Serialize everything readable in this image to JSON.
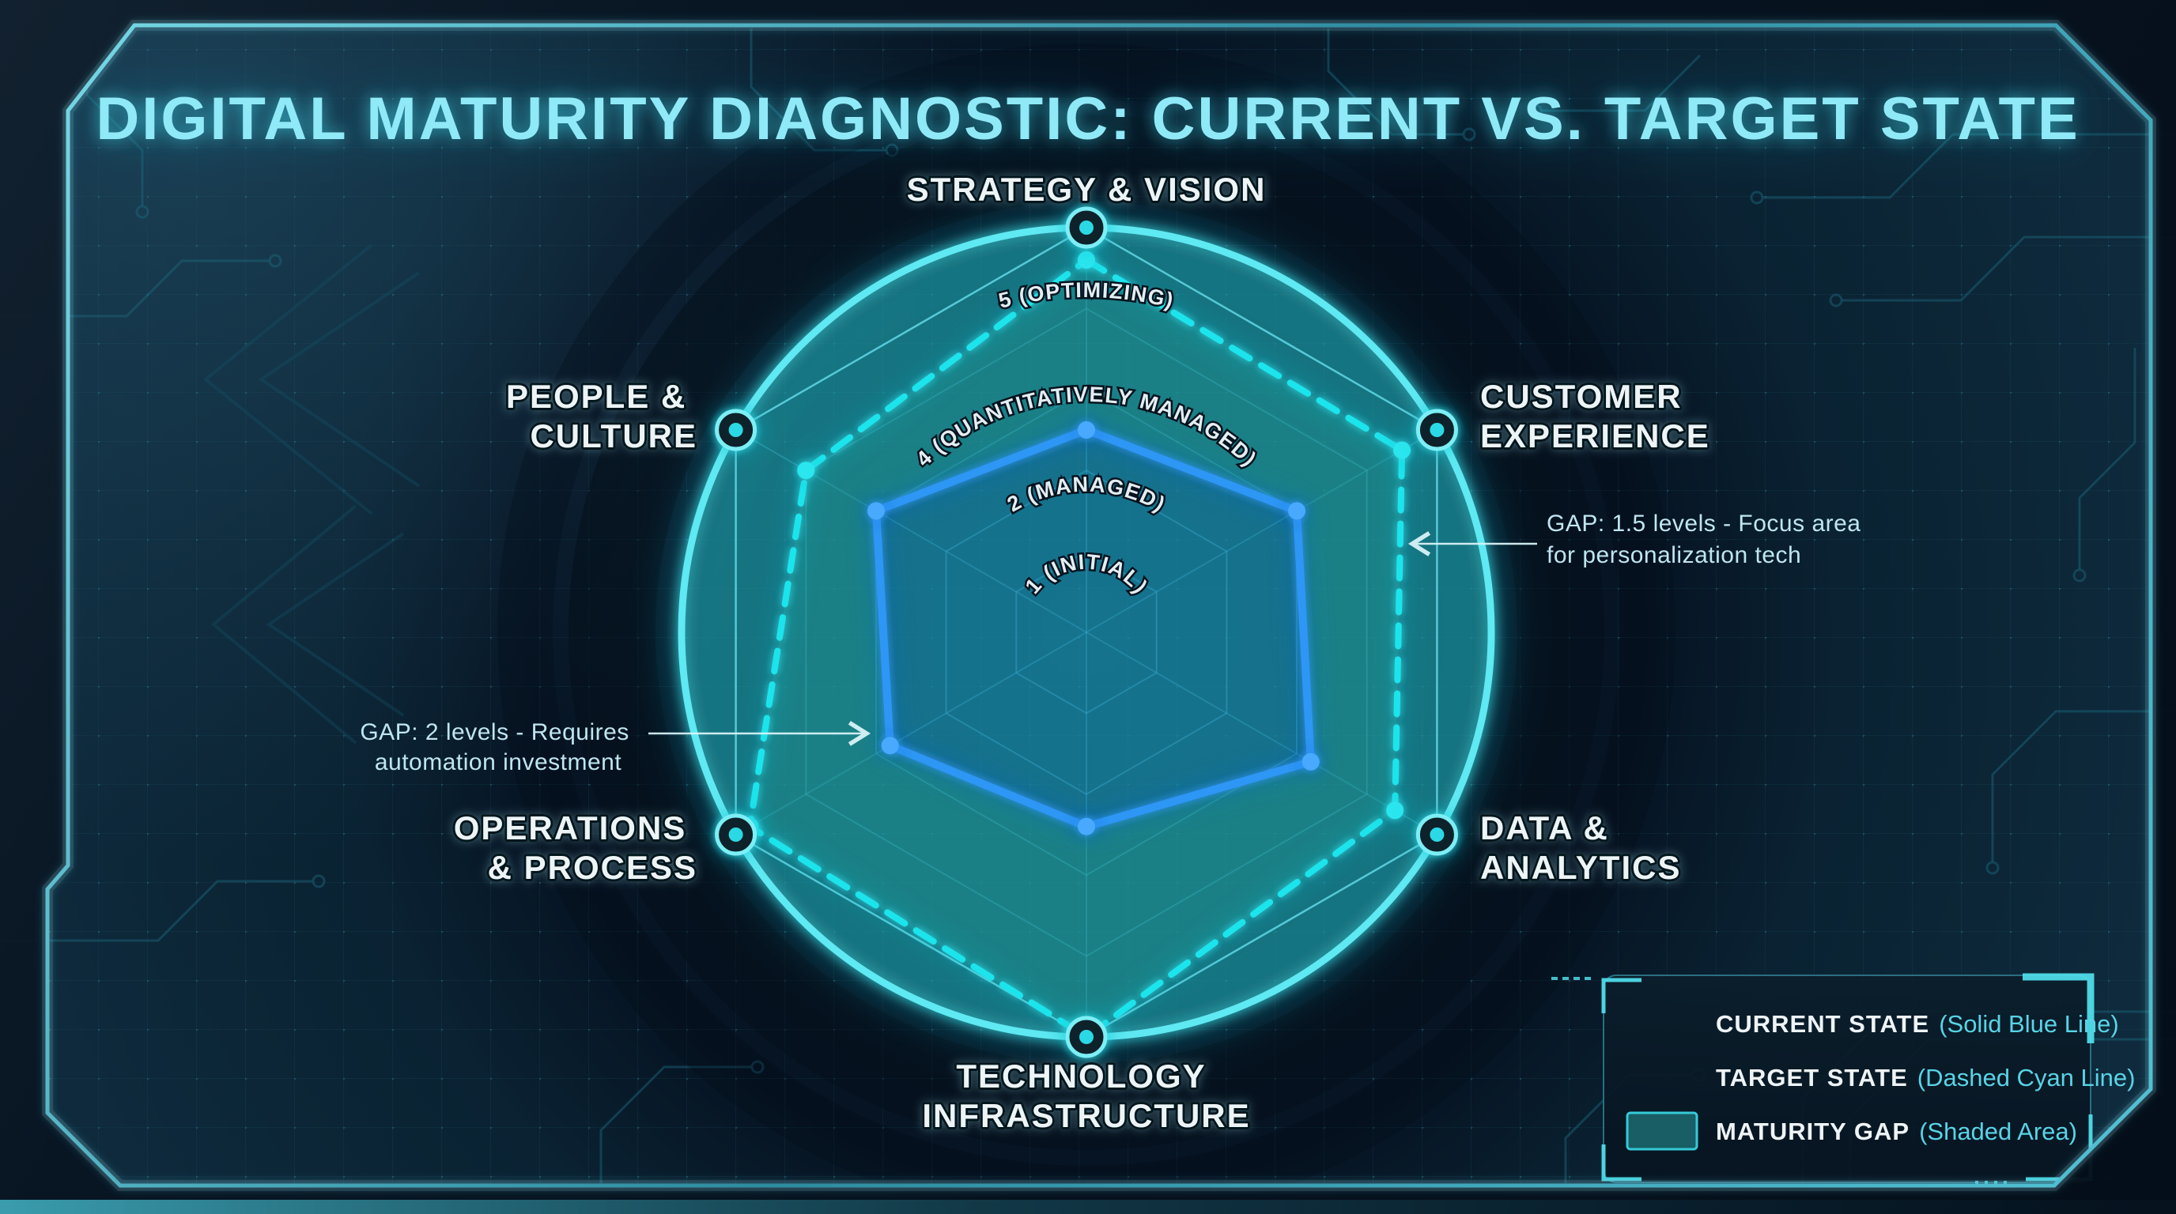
{
  "title": "DIGITAL MATURITY DIAGNOSTIC: CURRENT VS. TARGET STATE",
  "axes": [
    {
      "line1": "STRATEGY & VISION",
      "line2": ""
    },
    {
      "line1": "CUSTOMER",
      "line2": "EXPERIENCE"
    },
    {
      "line1": "DATA &",
      "line2": "ANALYTICS"
    },
    {
      "line1": "TECHNOLOGY",
      "line2": "INFRASTRUCTURE"
    },
    {
      "line1": "OPERATIONS",
      "line2": "& PROCESS"
    },
    {
      "line1": "PEOPLE &",
      "line2": "CULTURE"
    }
  ],
  "annotations": {
    "customer_gap": {
      "line1": "GAP: 1.5 levels - Focus area",
      "line2": "for personalization tech"
    },
    "operations_gap": {
      "line1": "GAP: 2 levels - Requires",
      "line2": "automation investment"
    }
  },
  "legend": {
    "items": [
      {
        "label": "CURRENT STATE",
        "note": "(Solid Blue Line)",
        "swatch": "solid-blue-line"
      },
      {
        "label": "TARGET STATE",
        "note": "(Dashed Cyan Line)",
        "swatch": "dashed-cyan-line"
      },
      {
        "label": "MATURITY GAP",
        "note": "(Shaded Area)",
        "swatch": "shaded-teal-area"
      }
    ]
  },
  "colors": {
    "accent_cyan": "#1de4ec",
    "accent_blue": "#2f96f5",
    "gap_teal": "#22948e",
    "title_cyan": "#90e9f6",
    "label_white": "#edf4f6"
  },
  "chart_data": {
    "type": "radar",
    "axes": [
      "Strategy & Vision",
      "Customer Experience",
      "Data & Analytics",
      "Technology Infrastructure",
      "Operations & Process",
      "People & Culture"
    ],
    "scale_min": 0,
    "scale_max": 5,
    "rings": [
      1,
      2,
      3,
      4,
      5
    ],
    "ring_labels": [
      "1 (INITIAL)",
      "2 (MANAGED)",
      "4 (QUANTITATIVELY MANAGED)",
      "5 (OPTIMIZING)"
    ],
    "ring_label_levels": [
      1,
      2,
      4,
      5
    ],
    "grid": "hexagonal-rings",
    "legend_position": "bottom-right",
    "series": [
      {
        "name": "Current State",
        "style": "solid-blue",
        "values": [
          2.5,
          3.0,
          3.2,
          2.4,
          2.8,
          3.0
        ]
      },
      {
        "name": "Target State",
        "style": "dashed-cyan",
        "values": [
          4.6,
          4.5,
          4.4,
          5.0,
          4.8,
          4.0
        ]
      }
    ]
  }
}
